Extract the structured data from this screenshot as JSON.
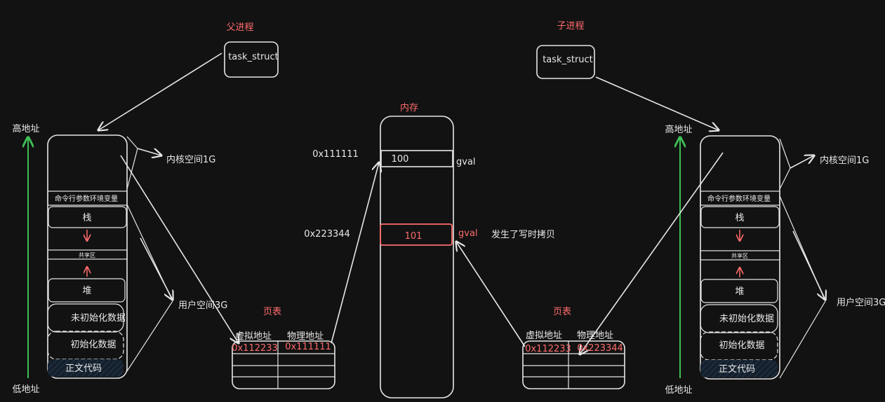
{
  "parent": {
    "title": "父进程",
    "task_struct": "task_struct",
    "high_addr": "高地址",
    "low_addr": "低地址",
    "segments": {
      "args_env": "命令行参数环境变量",
      "stack": "栈",
      "shared": "共享区",
      "heap": "堆",
      "bss": "未初始化数据",
      "data": "初始化数据",
      "text": "正文代码"
    },
    "kernel_space": "内核空间1G",
    "user_space": "用户空间3G",
    "page_table": {
      "title": "页表",
      "col_virtual": "虚拟地址",
      "col_physical": "物理地址",
      "row_virtual": "0x112233",
      "row_physical": "0x111111"
    }
  },
  "memory": {
    "title": "内存",
    "addr1": "0x111111",
    "value1": "100",
    "var1": "gval",
    "addr2": "0x223344",
    "value2": "101",
    "var2": "gval",
    "note": "发生了写时拷贝"
  },
  "child": {
    "title": "子进程",
    "task_struct": "task_struct",
    "high_addr": "高地址",
    "low_addr": "低地址",
    "segments": {
      "args_env": "命令行参数环境变量",
      "stack": "栈",
      "shared": "共享区",
      "heap": "堆",
      "bss": "未初始化数据",
      "data": "初始化数据",
      "text": "正文代码"
    },
    "kernel_space": "内核空间1G",
    "user_space": "用户空间3G",
    "page_table": {
      "title": "页表",
      "col_virtual": "虚拟地址",
      "col_physical": "物理地址",
      "row_virtual": "0x112233",
      "row_physical": "0x223344"
    }
  },
  "colors": {
    "background": "#121212",
    "stroke": "#e6e6e6",
    "accent_red": "#ff6b6b",
    "arrow_green": "#3fbf55",
    "stack_fill": "#3a2424",
    "bss_fill": "#1a3324",
    "data_fill": "#1a3a38",
    "text_fill": "#1a2a3a"
  }
}
